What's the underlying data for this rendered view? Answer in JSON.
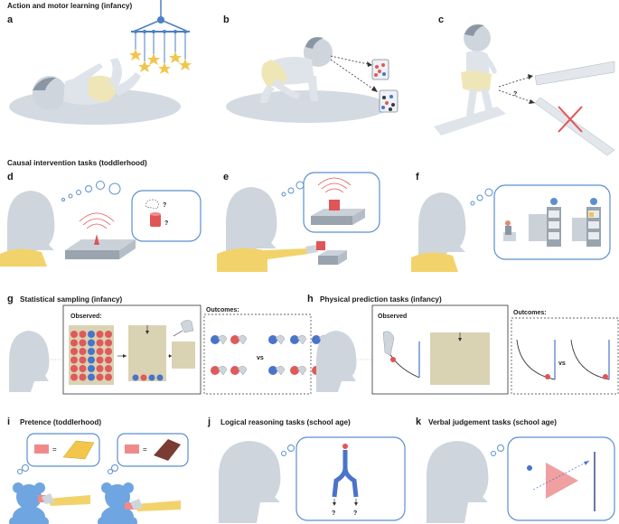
{
  "sections": {
    "action_motor": "Action and motor learning (infancy)",
    "causal": "Causal intervention tasks (toddlerhood)"
  },
  "panels": {
    "a": {
      "letter": "a"
    },
    "b": {
      "letter": "b"
    },
    "c": {
      "letter": "c",
      "question": "?"
    },
    "d": {
      "letter": "d",
      "q1": "?",
      "q2": "?"
    },
    "e": {
      "letter": "e"
    },
    "f": {
      "letter": "f"
    },
    "g": {
      "letter": "g",
      "title": "Statistical sampling (infancy)",
      "observed": "Observed:",
      "outcomes": "Outcomes:",
      "vs": "vs"
    },
    "h": {
      "letter": "h",
      "title": "Physical prediction tasks (infancy)",
      "observed": "Observed",
      "outcomes": "Outcomes:",
      "vs": "vs"
    },
    "i": {
      "letter": "i",
      "title": "Pretence (toddlerhood)",
      "eq1": "=",
      "eq2": "="
    },
    "j": {
      "letter": "j",
      "title": "Logical reasoning tasks (school age)",
      "q1": "?",
      "q2": "?"
    },
    "k": {
      "letter": "k",
      "title": "Verbal judgement tasks (school age)"
    }
  },
  "colors": {
    "head": "#cfd5dc",
    "bubble": "#5b8fcf",
    "ground": "#c9d0d8",
    "accent_red": "#e05555",
    "ball_blue": "#4a74c9",
    "ball_red": "#e05a5a",
    "box": "#d9d3b4",
    "shirt": "#f2d36b"
  }
}
